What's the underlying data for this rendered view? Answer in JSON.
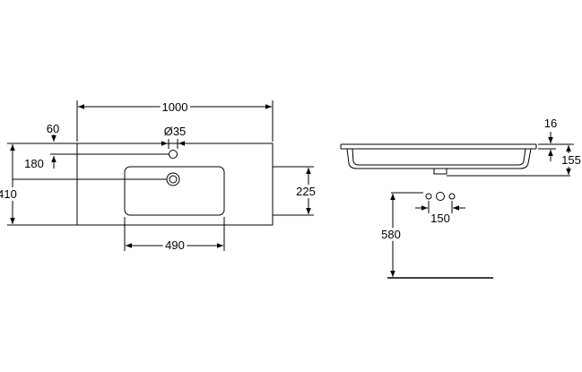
{
  "dimensions": {
    "overall_width": "1000",
    "tap_hole_diameter": "Ø35",
    "tap_hole_edge_offset": "60",
    "drain_offset": "180",
    "overall_depth": "410",
    "bowl_depth": "225",
    "bowl_width": "490",
    "rim_thickness": "16",
    "overall_height": "155",
    "fixing_spacing": "150",
    "mounting_height": "580"
  },
  "colors": {
    "line": "#000000",
    "background": "#ffffff"
  }
}
